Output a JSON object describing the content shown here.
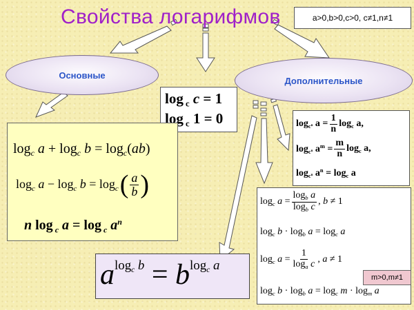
{
  "title": "Свойства логарифмов",
  "conditions": "a>0,b>0,c>0, c≠1,n≠1",
  "extra_conditions": "m>0,m≠1",
  "main_label": "Основные",
  "additional_label": "Дополнительные",
  "center_formulas": [
    "log c c = 1",
    "log c 1 = 0"
  ],
  "main_formulas": [
    "log c a + log c b = log c (ab)",
    "log c a − log c b = log c (a/b)",
    "n log c a = log c a^n"
  ],
  "power_identity": "a^(log c b) = b^(log c a)",
  "additional_formulas_top": [
    "log c^n a = (1/n) log c a,",
    "log c^n a^m = (m/n) log c a,",
    "log c^n a^n = log c a"
  ],
  "additional_formulas_bottom": [
    "log c a = log b a / log b c, b ≠ 1",
    "log c b · log b a = log c a",
    "log c a = 1 / log a c, a ≠ 1",
    "log c b · log b a = log c m · log m a"
  ]
}
